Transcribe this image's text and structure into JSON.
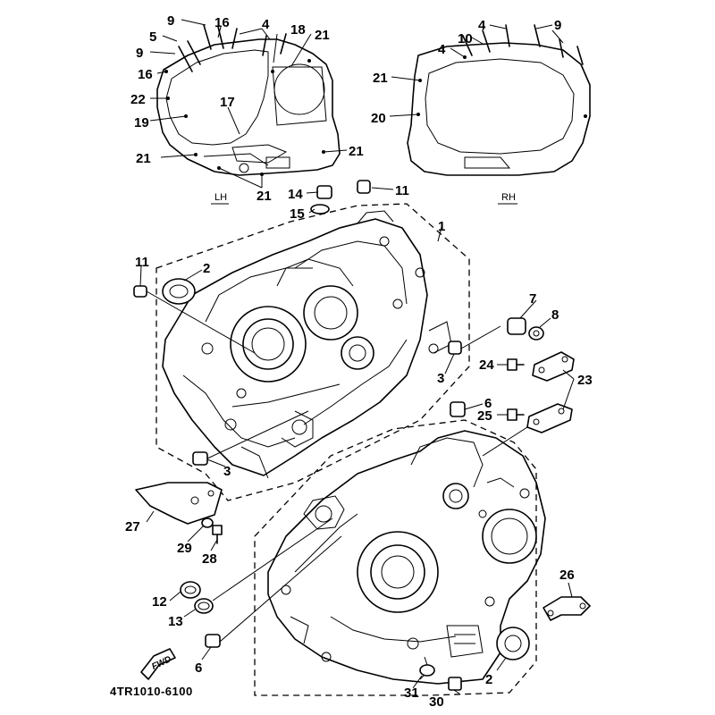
{
  "diagram": {
    "code": "4TR1010-6100",
    "side_labels": {
      "left": "LH",
      "right": "RH"
    },
    "fwd_label": "FWD",
    "callouts": [
      {
        "id": "c9a",
        "label": "9"
      },
      {
        "id": "c16a",
        "label": "16"
      },
      {
        "id": "c4a",
        "label": "4"
      },
      {
        "id": "c18",
        "label": "18"
      },
      {
        "id": "c21a",
        "label": "21"
      },
      {
        "id": "c5",
        "label": "5"
      },
      {
        "id": "c9b",
        "label": "9"
      },
      {
        "id": "c16b",
        "label": "16"
      },
      {
        "id": "c22",
        "label": "22"
      },
      {
        "id": "c17",
        "label": "17"
      },
      {
        "id": "c19",
        "label": "19"
      },
      {
        "id": "c21b",
        "label": "21"
      },
      {
        "id": "c21c",
        "label": "21"
      },
      {
        "id": "c21d",
        "label": "21"
      },
      {
        "id": "c4b",
        "label": "4"
      },
      {
        "id": "c9c",
        "label": "9"
      },
      {
        "id": "c10",
        "label": "10"
      },
      {
        "id": "c4c",
        "label": "4"
      },
      {
        "id": "c21e",
        "label": "21"
      },
      {
        "id": "c20",
        "label": "20"
      },
      {
        "id": "c14",
        "label": "14"
      },
      {
        "id": "c11a",
        "label": "11"
      },
      {
        "id": "c15",
        "label": "15"
      },
      {
        "id": "c1",
        "label": "1"
      },
      {
        "id": "c11b",
        "label": "11"
      },
      {
        "id": "c2a",
        "label": "2"
      },
      {
        "id": "c7",
        "label": "7"
      },
      {
        "id": "c8",
        "label": "8"
      },
      {
        "id": "c24",
        "label": "24"
      },
      {
        "id": "c23",
        "label": "23"
      },
      {
        "id": "c3a",
        "label": "3"
      },
      {
        "id": "c6a",
        "label": "6"
      },
      {
        "id": "c25",
        "label": "25"
      },
      {
        "id": "c3b",
        "label": "3"
      },
      {
        "id": "c27",
        "label": "27"
      },
      {
        "id": "c29",
        "label": "29"
      },
      {
        "id": "c28",
        "label": "28"
      },
      {
        "id": "c26",
        "label": "26"
      },
      {
        "id": "c12",
        "label": "12"
      },
      {
        "id": "c13",
        "label": "13"
      },
      {
        "id": "c6b",
        "label": "6"
      },
      {
        "id": "c2b",
        "label": "2"
      },
      {
        "id": "c31",
        "label": "31"
      },
      {
        "id": "c30",
        "label": "30"
      }
    ]
  }
}
